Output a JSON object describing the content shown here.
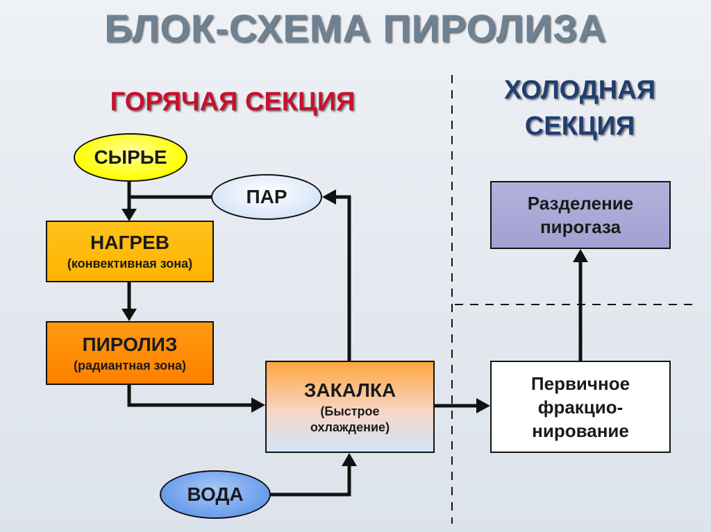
{
  "title": "БЛОК-СХЕМА ПИРОЛИЗА",
  "sections": {
    "hot": "ГОРЯЧАЯ СЕКЦИЯ",
    "cold_line1": "ХОЛОДНАЯ",
    "cold_line2": "СЕКЦИЯ"
  },
  "nodes": {
    "raw": "СЫРЬЕ",
    "steam": "ПАР",
    "heating_title": "НАГРЕВ",
    "heating_sub": "(конвективная зона)",
    "pyrolysis_title": "ПИРОЛИЗ",
    "pyrolysis_sub": "(радиантная зона)",
    "quench_title": "ЗАКАЛКА",
    "quench_sub_line1": "(Быстрое",
    "quench_sub_line2": "охлаждение)",
    "water": "ВОДА",
    "primary_line1": "Первичное",
    "primary_line2": "фракцио-",
    "primary_line3": "нирование",
    "separation_line1": "Разделение",
    "separation_line2": "пирогаза"
  },
  "colors": {
    "title": "#6f8293",
    "hot": "#c8102e",
    "cold": "#1f3e73",
    "raw_fill": "#ffff00",
    "steam_fill": "#dde9fb",
    "water_fill": "#6fa3ef",
    "heating_fill": "#ffbf00",
    "pyrolysis_fill": "#ff8c00",
    "separation_fill": "#a9a7d6"
  }
}
